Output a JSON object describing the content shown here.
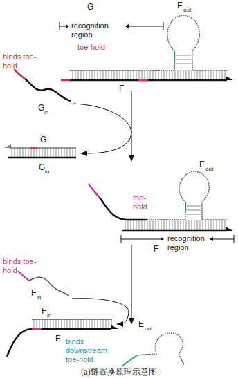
{
  "diagram": {
    "caption": "(a)链置换原理示意图",
    "labels": [
      "G",
      "E",
      "out",
      "recognition region",
      "toe-hold",
      "binds toe-hold",
      "F",
      "G",
      "in",
      "G",
      "G",
      "in",
      "E",
      "out",
      "toe-hold",
      "recognition region",
      "F",
      "binds toe-hold",
      "F",
      "in",
      "F",
      "in",
      "F",
      "E",
      "out",
      "binds downstream toe-hold"
    ]
  }
}
